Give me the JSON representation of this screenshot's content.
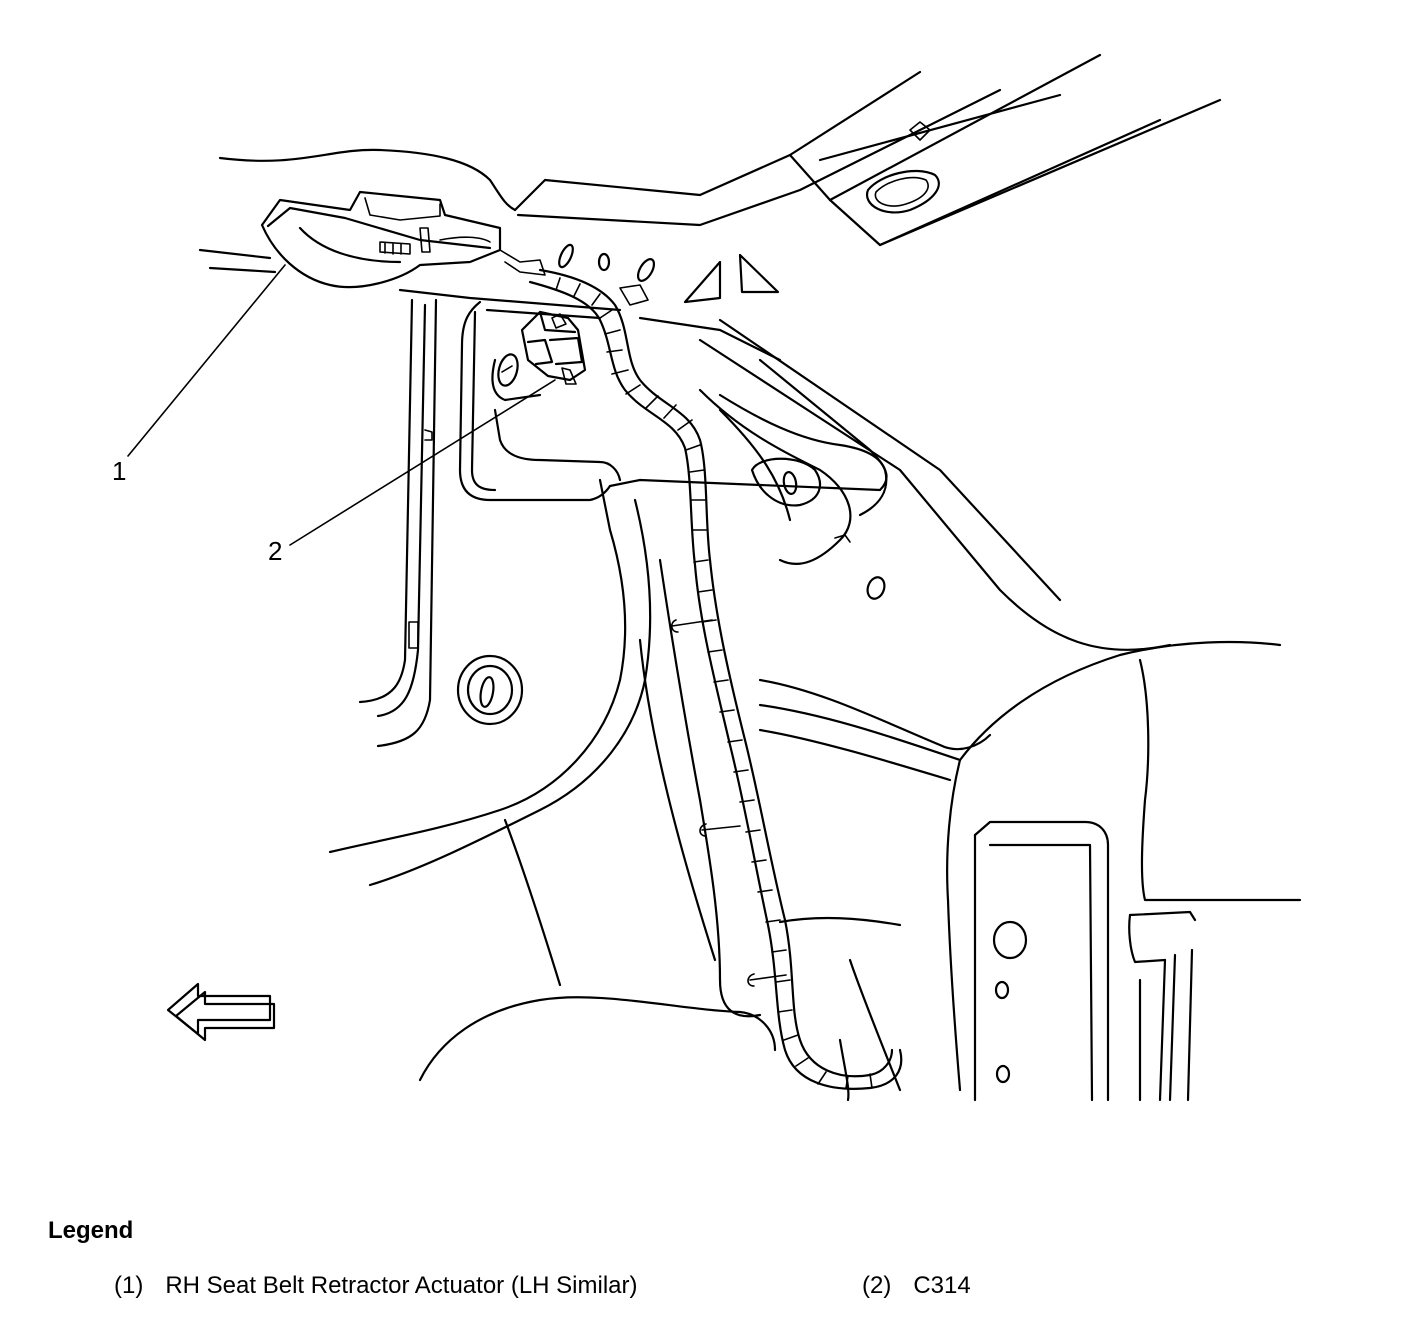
{
  "callouts": [
    {
      "number": "1"
    },
    {
      "number": "2"
    }
  ],
  "legend": {
    "title": "Legend",
    "items": [
      {
        "number": "(1)",
        "label": "RH Seat Belt Retractor Actuator (LH Similar)"
      },
      {
        "number": "(2)",
        "label": "C314"
      }
    ]
  },
  "icons": [
    "direction-arrow-icon"
  ]
}
